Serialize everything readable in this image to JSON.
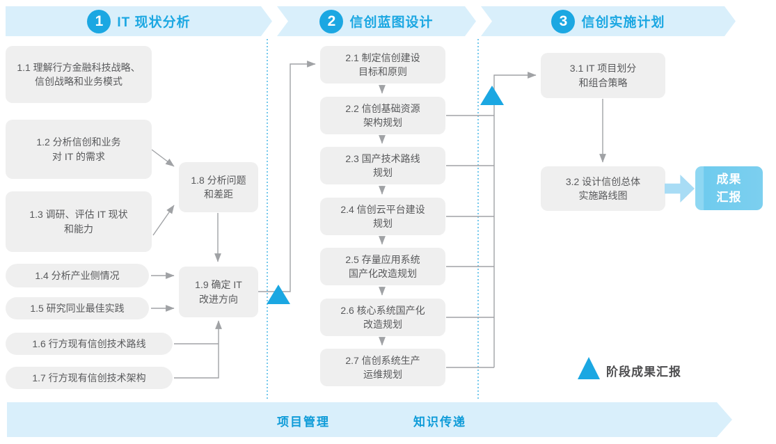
{
  "diagram_title_implied": "信创规划三阶段流程",
  "colors": {
    "band_background": "#D9EFFB",
    "accent_blue": "#1BA7E2",
    "bottom_text_blue": "#0E9BD8",
    "box_background": "#EFEFEF",
    "box_text": "#58595B",
    "connector_gray": "#A0A2A5",
    "dotted_separator_blue": "#29ABE2",
    "result_box_blue": "#7CCFEF",
    "result_arrow_blue": "#A8DCF5",
    "result_text": "#FFFFFF"
  },
  "phases": {
    "p1": {
      "number": "1",
      "title": "IT 现状分析"
    },
    "p2": {
      "number": "2",
      "title": "信创蓝图设计"
    },
    "p3": {
      "number": "3",
      "title": "信创实施计划"
    }
  },
  "steps": {
    "s11": "1.1 理解行方金融科技战略、\n信创战略和业务模式",
    "s12": "1.2 分析信创和业务\n对 IT 的需求",
    "s13": "1.3 调研、评估 IT 现状\n和能力",
    "s14": "1.4 分析产业侧情况",
    "s15": "1.5 研究同业最佳实践",
    "s16": "1.6 行方现有信创技术路线",
    "s17": "1.7 行方现有信创技术架构",
    "s18": "1.8 分析问题\n和差距",
    "s19": "1.9 确定 IT\n改进方向",
    "s21": "2.1 制定信创建设\n目标和原则",
    "s22": "2.2 信创基础资源\n架构规划",
    "s23": "2.3 国产技术路线\n规划",
    "s24": "2.4 信创云平台建设\n规划",
    "s25": "2.5 存量应用系统\n国产化改造规划",
    "s26": "2.6 核心系统国产化\n改造规划",
    "s27": "2.7 信创系统生产\n运维规划",
    "s31": "3.1 IT 项目划分\n和组合策略",
    "s32": "3.2 设计信创总体\n实施路线图"
  },
  "result_box": {
    "label": "成果\n汇报"
  },
  "legend": {
    "milestone_label": "阶段成果汇报"
  },
  "bottom_band": {
    "item1": "项目管理",
    "item2": "知识传递"
  }
}
